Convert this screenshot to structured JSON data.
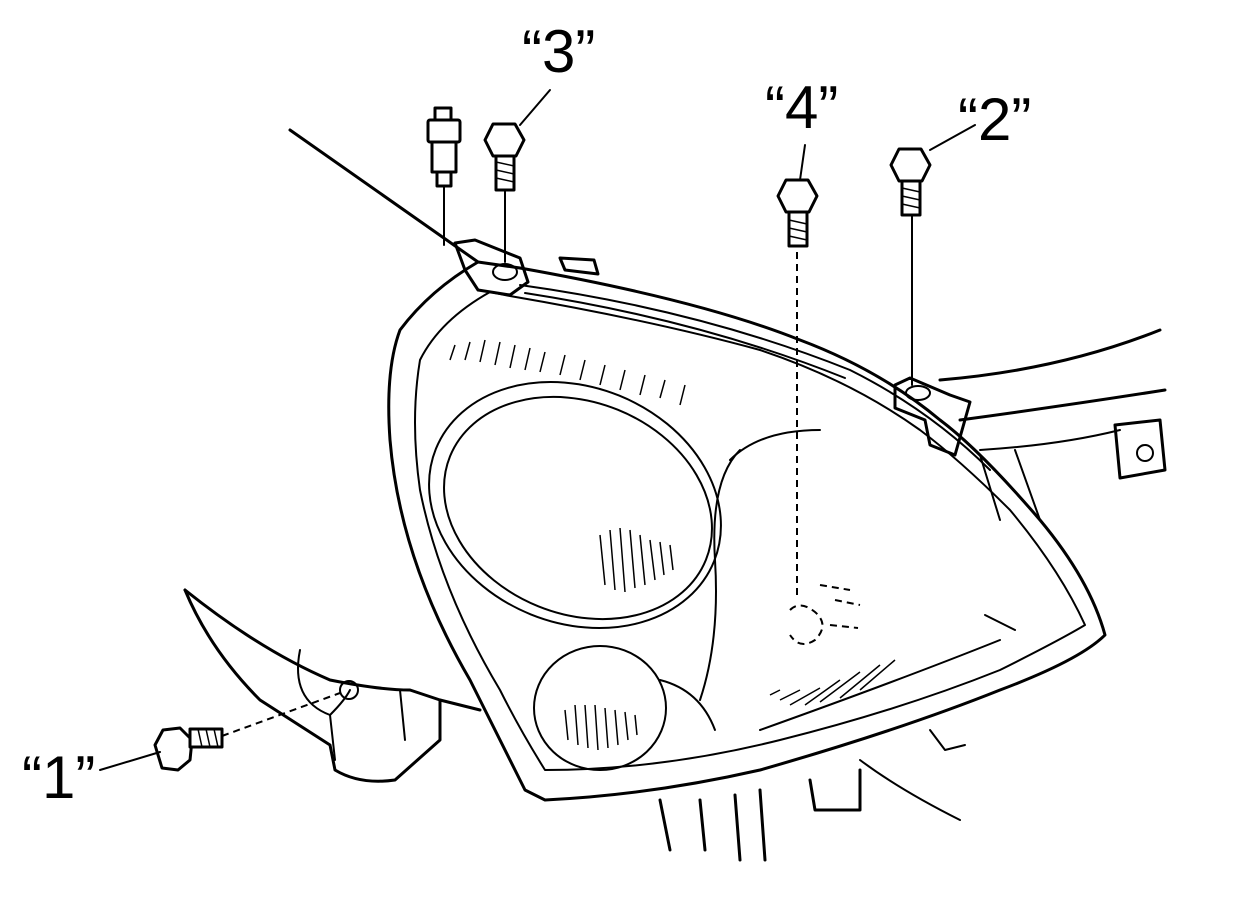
{
  "callouts": {
    "c1": "“1”",
    "c2": "“2”",
    "c3": "“3”",
    "c4": "“4”"
  },
  "colors": {
    "ink": "#000000",
    "paper": "#ffffff"
  }
}
